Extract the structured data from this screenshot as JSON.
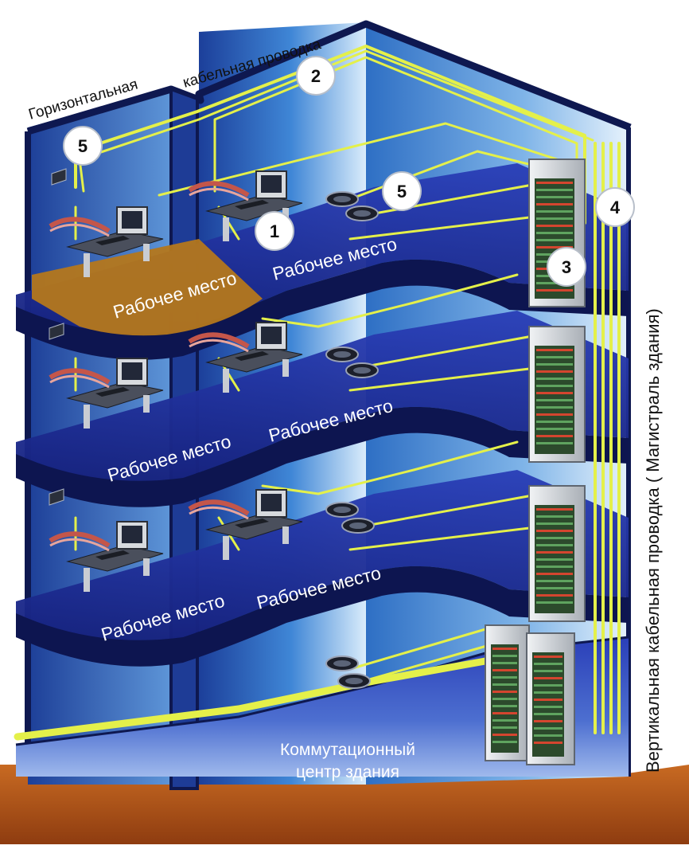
{
  "title_top_left": "Горизонтальная",
  "title_top_right": "кабельная проводка",
  "vertical_caption": "Вертикальная кабельная проводка ( Магистраль здания)",
  "workplace_label": "Рабочее место",
  "switching_center": [
    "Коммутационный",
    "центр здания"
  ],
  "markers": [
    "1",
    "2",
    "3",
    "4",
    "5"
  ],
  "colors": {
    "cable": "#e4f04a",
    "floor": "#1f2f9c",
    "office_floor": "#b4771c",
    "wall": "#3a78c8",
    "ground": "#b6541a",
    "rack": "#cfd3d7"
  },
  "icons": [
    "computer-icon",
    "server-rack-icon",
    "floor-outlet-icon",
    "wall-outlet-icon"
  ]
}
